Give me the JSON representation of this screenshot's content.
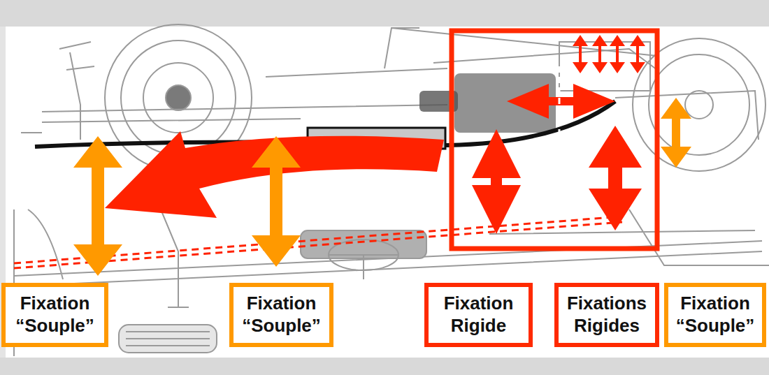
{
  "diagram": {
    "nodes": [
      {
        "text": [
          "Fixation “Souple”"
        ]
      },
      {
        "text": [
          "Fixation “Souple”"
        ]
      },
      {
        "text": [
          "Fixation Rigide"
        ]
      },
      {
        "text": [
          "Fixations Rigides"
        ]
      },
      {
        "text": [
          "Fixation “Souple”"
        ]
      }
    ]
  }
}
